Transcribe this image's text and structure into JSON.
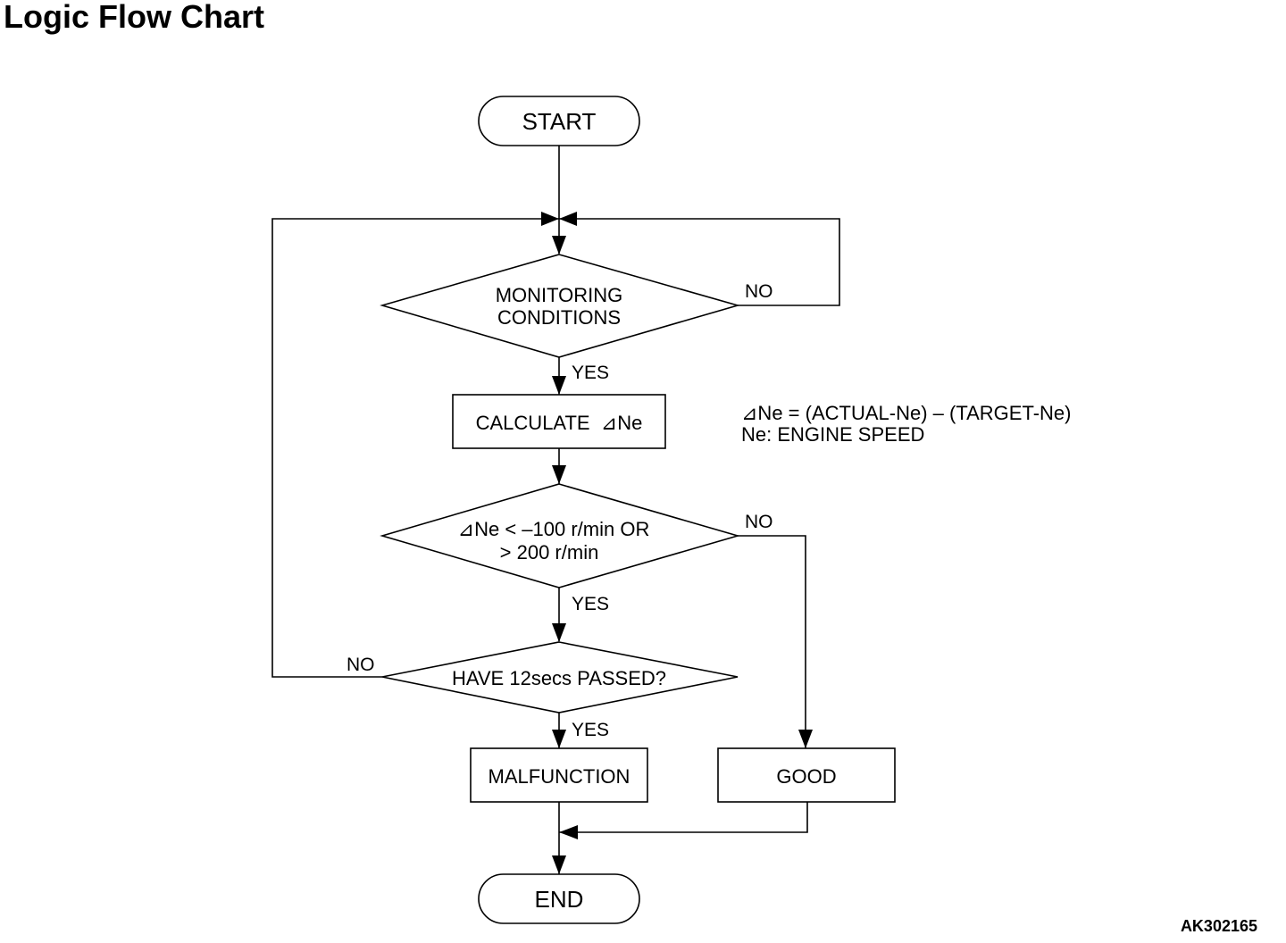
{
  "title": "Logic Flow Chart",
  "figure_id": "AK302165",
  "nodes": {
    "start": "START",
    "monitoring_line1": "MONITORING",
    "monitoring_line2": "CONDITIONS",
    "calculate": "CALCULATE  ⊿Ne",
    "threshold_line1": "⊿Ne < –100 r/min OR",
    "threshold_line2": "> 200 r/min",
    "time_check": "HAVE 12secs PASSED?",
    "malfunction": "MALFUNCTION",
    "good": "GOOD",
    "end": "END"
  },
  "edge_labels": {
    "monitoring_yes": "YES",
    "monitoring_no": "NO",
    "threshold_yes": "YES",
    "threshold_no": "NO",
    "time_yes": "YES",
    "time_no": "NO"
  },
  "note": {
    "line1": "⊿Ne = (ACTUAL-Ne) – (TARGET-Ne)",
    "line2": "Ne: ENGINE SPEED"
  }
}
